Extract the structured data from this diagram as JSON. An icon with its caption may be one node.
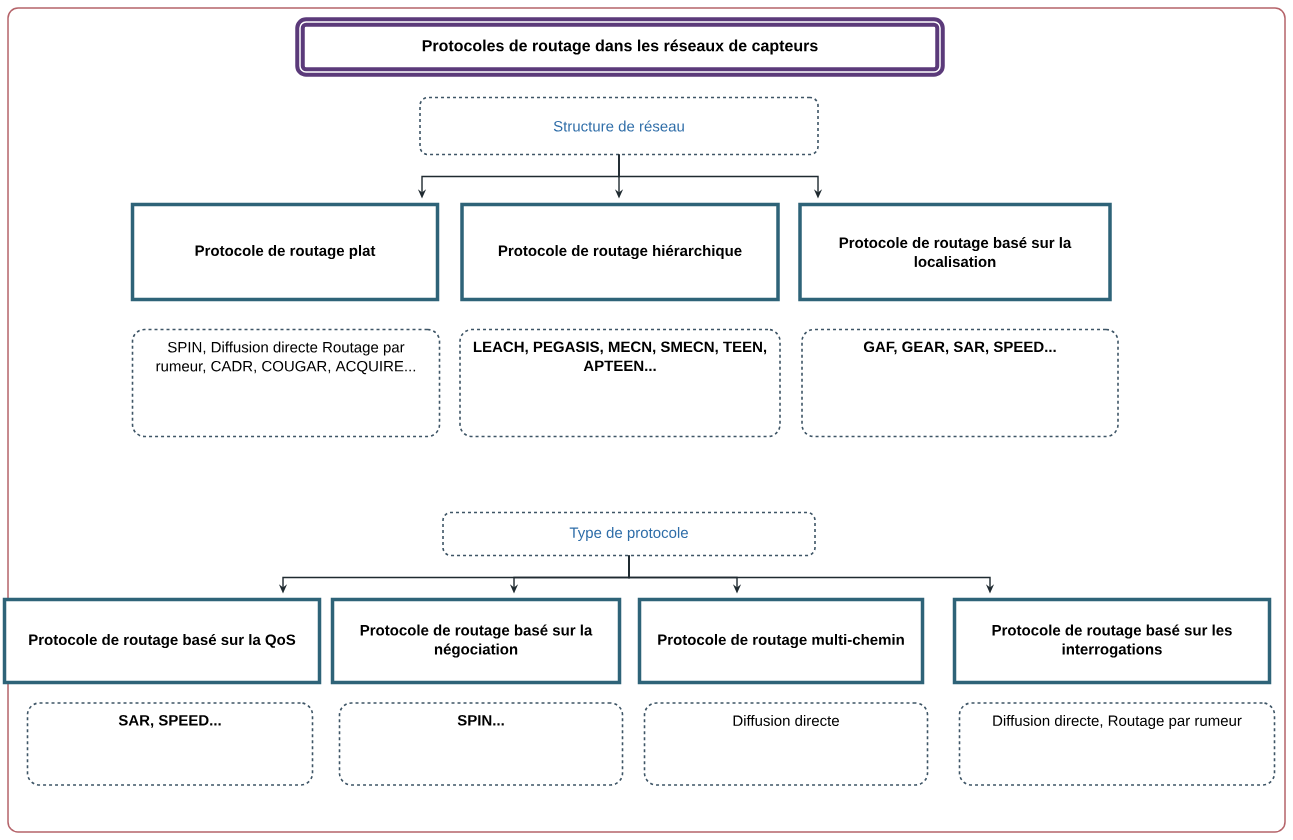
{
  "diagram": {
    "nodes": [
      {
        "text": [
          "Protocoles de routage dans les réseaux de capteurs"
        ]
      },
      {
        "text": [
          "Structure de réseau"
        ]
      },
      {
        "text": [
          "Protocole de routage plat"
        ]
      },
      {
        "text": [
          "Protocole de routage hiérarchique"
        ]
      },
      {
        "text": [
          "Protocole de routage basé sur la localisation"
        ]
      },
      {
        "text": [
          "SPIN, Diffusion directe Routage par rumeur, CADR, COUGAR, ACQUIRE..."
        ]
      },
      {
        "text": [
          "LEACH, PEGASIS, MECN, SMECN, TEEN, APTEEN..."
        ]
      },
      {
        "text": [
          "GAF, GEAR, SAR, SPEED..."
        ]
      },
      {
        "text": [
          "Type de protocole"
        ]
      },
      {
        "text": [
          "Protocole de routage basé sur la QoS"
        ]
      },
      {
        "text": [
          "Protocole de routage basé sur la négociation"
        ]
      },
      {
        "text": [
          "Protocole de routage multi-chemin"
        ]
      },
      {
        "text": [
          "Protocole de routage basé sur les interrogations"
        ]
      },
      {
        "text": [
          "SAR, SPEED..."
        ]
      },
      {
        "text": [
          "SPIN..."
        ]
      },
      {
        "text": [
          "Diffusion directe"
        ]
      },
      {
        "text": [
          "Diffusion directe, Routage par rumeur"
        ]
      }
    ],
    "edges": [
      {
        "from": 1,
        "to": 2,
        "arrow": "to"
      },
      {
        "from": 1,
        "to": 3,
        "arrow": "to"
      },
      {
        "from": 1,
        "to": 4,
        "arrow": "to"
      },
      {
        "from": 8,
        "to": 9,
        "arrow": "to"
      },
      {
        "from": 8,
        "to": 10,
        "arrow": "to"
      },
      {
        "from": 8,
        "to": 11,
        "arrow": "to"
      },
      {
        "from": 8,
        "to": 12,
        "arrow": "to"
      }
    ]
  }
}
